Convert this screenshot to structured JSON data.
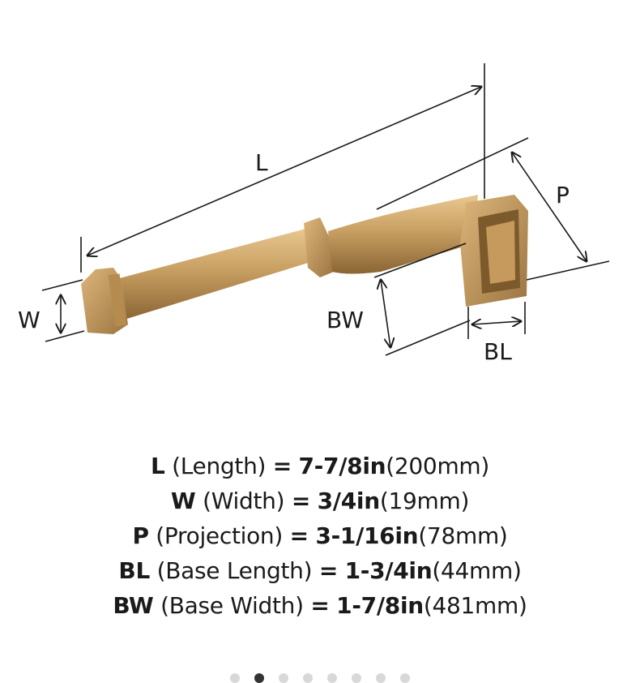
{
  "diagram": {
    "labels": {
      "L": "L",
      "P": "P",
      "W": "W",
      "BW": "BW",
      "BL": "BL"
    },
    "finish_color": "#c9a063"
  },
  "specs": [
    {
      "code": "L",
      "name": "(Length)",
      "eq": "=",
      "imperial": "7-7/8in",
      "metric": "(200mm)"
    },
    {
      "code": "W",
      "name": "(Width)",
      "eq": "=",
      "imperial": "3/4in",
      "metric": "(19mm)"
    },
    {
      "code": "P",
      "name": "(Projection)",
      "eq": "=",
      "imperial": "3-1/16in",
      "metric": "(78mm)"
    },
    {
      "code": "BL",
      "name": "(Base Length)",
      "eq": "=",
      "imperial": "1-3/4in",
      "metric": "(44mm)"
    },
    {
      "code": "BW",
      "name": "(Base Width)",
      "eq": "=",
      "imperial": "1-7/8in",
      "metric": "(481mm)"
    }
  ],
  "carousel": {
    "total": 8,
    "active": 2
  }
}
